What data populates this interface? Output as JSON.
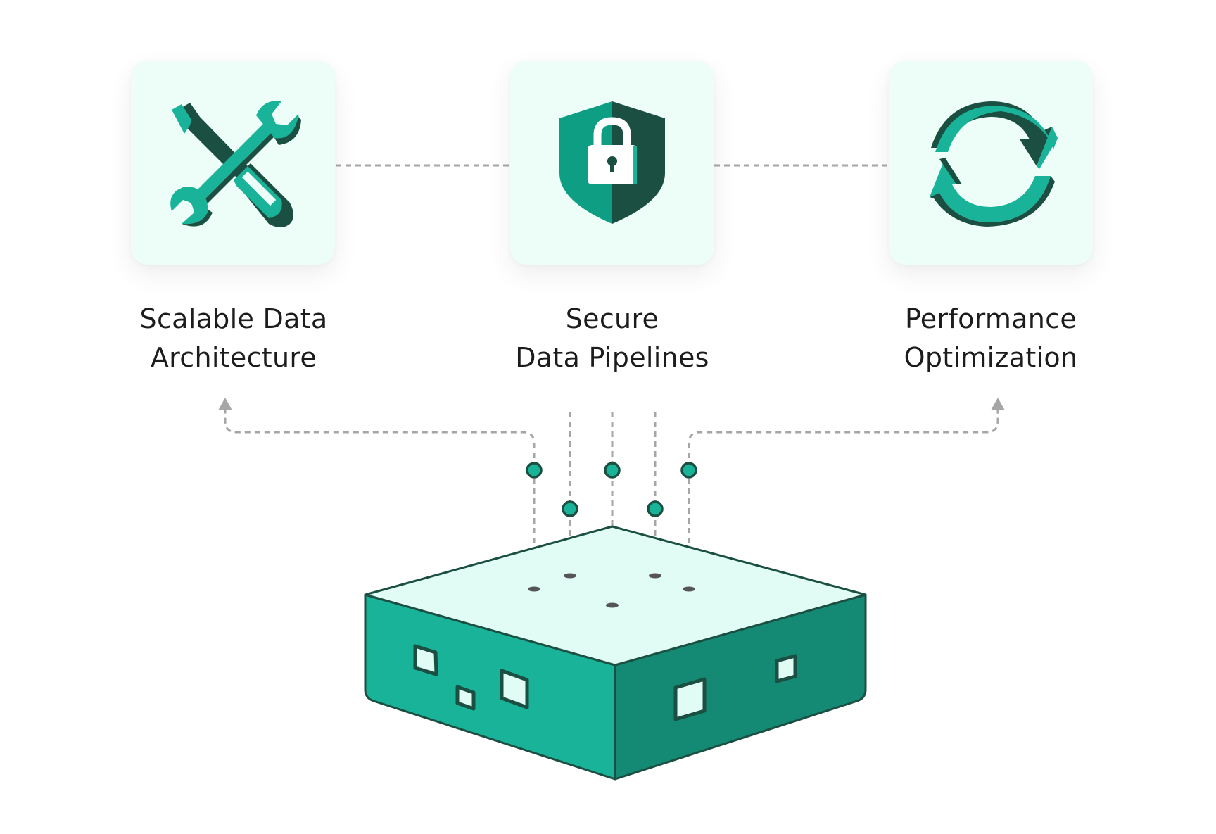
{
  "features": [
    {
      "line1": "Scalable Data",
      "line2": "Architecture",
      "icon": "tools-icon"
    },
    {
      "line1": "Secure",
      "line2": "Data Pipelines",
      "icon": "shield-lock-icon"
    },
    {
      "line1": "Performance",
      "line2": "Optimization",
      "icon": "refresh-cycle-icon"
    }
  ],
  "colors": {
    "teal": "#19b39a",
    "teal_mid": "#0d9e84",
    "teal_dark": "#1a4f42",
    "teal_deep": "#148a74",
    "mint": "#e1fbf5",
    "card_bg": "#edfdf8",
    "connector": "#a6a6a6"
  }
}
